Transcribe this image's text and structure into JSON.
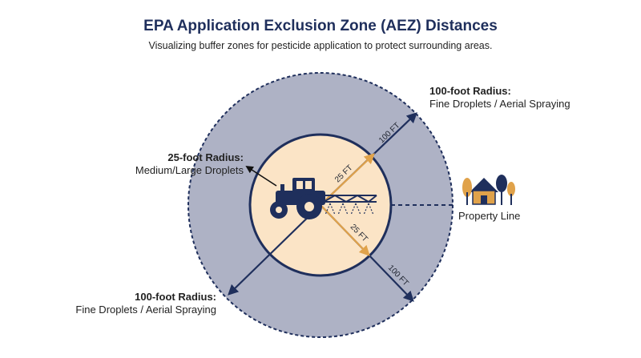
{
  "header": {
    "title": "EPA Application Exclusion Zone (AEZ) Distances",
    "subtitle": "Visualizing buffer zones for pesticide application to protect surrounding areas."
  },
  "labels": {
    "inner_radius": {
      "heading": "25-foot Radius:",
      "text": "Medium/Large Droplets"
    },
    "outer_radius_top": {
      "heading": "100-foot Radius:",
      "text": "Fine Droplets / Aerial Spraying"
    },
    "outer_radius_bottom": {
      "heading": "100-foot Radius:",
      "text": "Fine Droplets / Aerial Spraying"
    },
    "property_line": "Property Line"
  },
  "dimensions": {
    "inner_up": "25 FT",
    "inner_down": "25 FT",
    "outer_up": "100 FT",
    "outer_down": "100 FT"
  },
  "icons": [
    "tractor-icon",
    "sprayer-boom-icon",
    "house-icon",
    "tree-icon"
  ],
  "colors": {
    "outer_zone": "#aeb2c5",
    "inner_zone": "#fbe4c6",
    "navy": "#1f2f5c",
    "orange": "#e0a24a"
  }
}
